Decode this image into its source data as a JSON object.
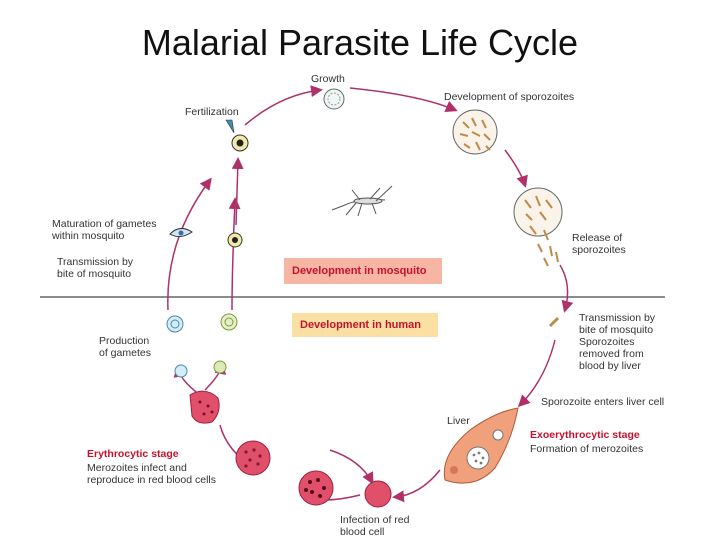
{
  "title": "Malarial Parasite Life Cycle",
  "bands": {
    "mosquito": "Development in mosquito",
    "human": "Development in human"
  },
  "labels": {
    "growth": "Growth",
    "fertilization": "Fertilization",
    "sporozoites_dev": "Development of sporozoites",
    "release": "Release of\nsporozoites",
    "maturation": "Maturation of gametes\nwithin mosquito",
    "transmission_left": "Transmission by\nbite of mosquito",
    "production": "Production\nof gametes",
    "transmission_right": "Transmission by\nbite of mosquito\nSporozoites\nremoved from\nblood by liver",
    "enters_liver": "Sporozoite enters liver cell",
    "liver": "Liver",
    "exo_title": "Exoerythrocytic stage",
    "exo_desc": "Formation of merozoites",
    "ery_title": "Erythrocytic stage",
    "ery_desc": "Merozoites infect and\nreproduce in red blood cells",
    "infection": "Infection of red\nblood cell"
  },
  "colors": {
    "arrow": "#b0306a",
    "accent_red": "#c8102e",
    "mosquito_band_bg": "#f7b6a3",
    "human_band_bg": "#fbe0a3",
    "rbc": "#e0506a",
    "liver_cell": "#f0a07a"
  }
}
